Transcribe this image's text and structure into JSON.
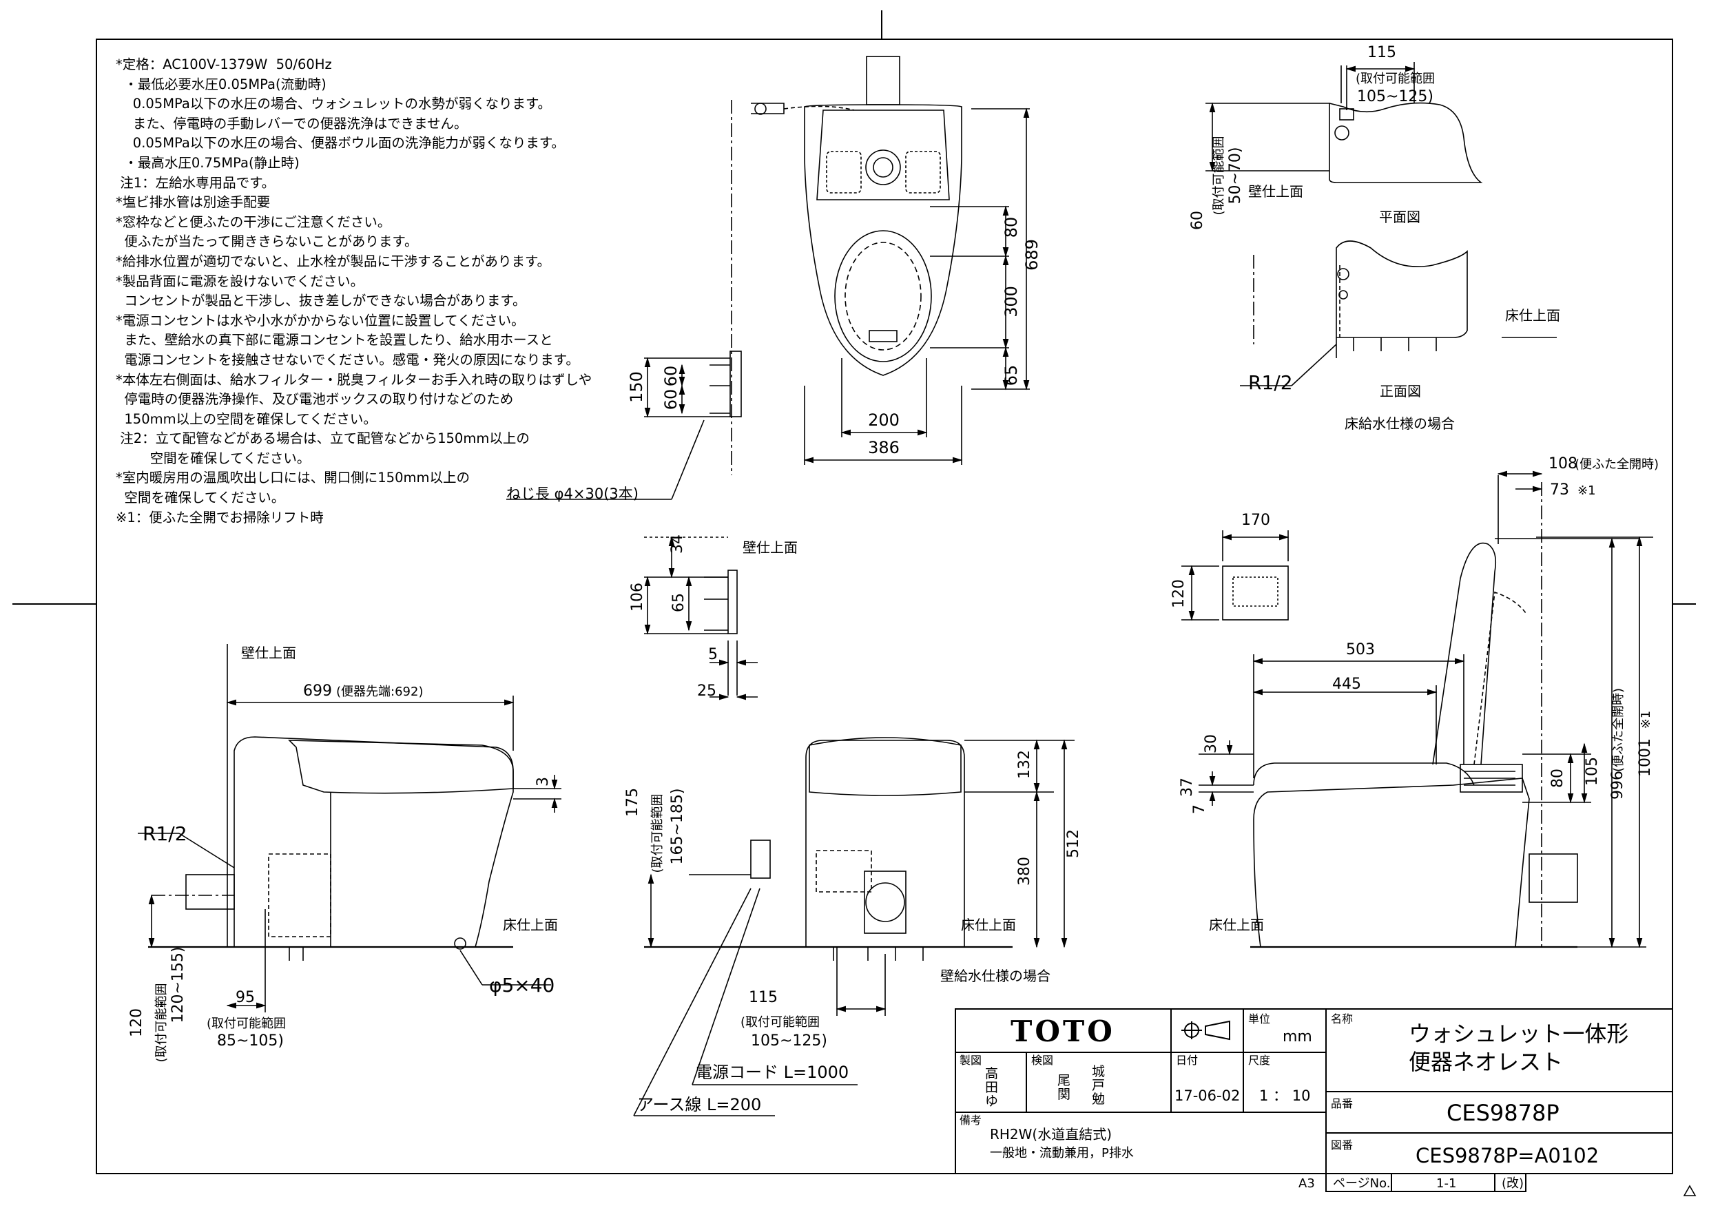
{
  "notes": [
    "*定格：AC100V-1379W  50/60Hz",
    "  ・最低必要水圧0.05MPa(流動時)",
    "    0.05MPa以下の水圧の場合、ウォシュレットの水勢が弱くなります。",
    "    また、停電時の手動レバーでの便器洗浄はできません。",
    "    0.05MPa以下の水圧の場合、便器ボウル面の洗浄能力が弱くなります。",
    "  ・最高水圧0.75MPa(静止時)",
    " 注1：左給水専用品です。",
    "*塩ビ排水管は別途手配要",
    "*窓枠などと便ふたの干渉にご注意ください。",
    "  便ふたが当たって開ききらないことがあります。",
    "*給排水位置が適切でないと、止水栓が製品に干渉することがあります。",
    "*製品背面に電源を設けないでください。",
    "  コンセントが製品と干渉し、抜き差しができない場合があります。",
    "*電源コンセントは水や小水がかからない位置に設置してください。",
    "  また、壁給水の真下部に電源コンセントを設置したり、給水用ホースと",
    "  電源コンセントを接触させないでください。感電・発火の原因になります。",
    "*本体左右側面は、給水フィルター・脱臭フィルターお手入れ時の取りはずしや",
    "  停電時の便器洗浄操作、及び電池ボックスの取り付けなどのため",
    "  150mm以上の空間を確保してください。",
    " 注2：立て配管などがある場合は、立て配管などから150mm以上の",
    "        空間を確保してください。",
    "*室内暖房用の温風吹出し口には、開口側に150mm以上の",
    "  空間を確保してください。",
    "※1：便ふた全開でお掃除リフト時"
  ],
  "top_view": {
    "dims": {
      "d80": "80",
      "d300": "300",
      "d689": "689",
      "d65": "65",
      "d200": "200",
      "d386": "386",
      "d150": "150",
      "d60a": "60",
      "d60b": "60"
    },
    "screw_label": "ねじ長  φ4×30(3本)"
  },
  "floor_supply": {
    "d115": "115",
    "range_label": "(取付可能範囲",
    "range_value": "105~125)",
    "d60": "60",
    "vrange_label": "(取付可能範囲",
    "vrange_value": "50~70)",
    "wall_label": "壁仕上面",
    "plan_label": "平面図",
    "floor_label": "床仕上面",
    "pipe_label": "R1/2",
    "front_label": "正面図",
    "caption": "床給水仕様の場合"
  },
  "bracket": {
    "d34": "34",
    "d106": "106",
    "d65": "65",
    "d5": "5",
    "d25": "25",
    "wall_label": "壁仕上面"
  },
  "side_view": {
    "wall_label": "壁仕上面",
    "d699": "699",
    "d699_note": "(便器先端:692)",
    "d3": "3",
    "pipe_label": "R1/2",
    "floor_label": "床仕上面",
    "d120": "120",
    "d120_range_label": "(取付可能範囲",
    "d120_range_value": "120~155)",
    "d95": "95",
    "d95_range_label": "(取付可能範囲",
    "d95_range_value": "85~105)",
    "anchor_label": "φ5×40"
  },
  "front_view": {
    "d175": "175",
    "d175_range_label": "(取付可能範囲",
    "d175_range_value": "165~185)",
    "d132": "132",
    "d380": "380",
    "d512": "512",
    "floor_label": "床仕上面",
    "caption": "壁給水仕様の場合",
    "d115": "115",
    "d115_range_label": "(取付可能範囲",
    "d115_range_value": "105~125)",
    "cord_label": "電源コード  L=1000",
    "earth_label": "アース線  L=200"
  },
  "remote": {
    "d170": "170",
    "d120": "120"
  },
  "right_side": {
    "d108": "108",
    "d108_note": "(便ふた全開時)",
    "d73": "73",
    "d73_note": "※1",
    "d503": "503",
    "d445": "445",
    "d30": "30",
    "d37": "37",
    "d7": "7",
    "d80": "80",
    "d105": "105",
    "d996": "996",
    "d996_note": "(便ふた全開時)",
    "d1001": "1001",
    "d1001_note": "※1",
    "floor_label": "床仕上面"
  },
  "title_block": {
    "brand": "TOTO",
    "unit_label": "単位",
    "unit_value": "mm",
    "name_label": "名称",
    "name_line1": "ウォシュレット一体形",
    "name_line2": "便器ネオレスト",
    "drawn_label": "製図",
    "drawn_name": "高\n田\nゆ",
    "check_label": "検図",
    "check_col1": "尾\n関",
    "check_col2": "城\n戸\n勉",
    "date_label": "日付",
    "date_value": "17-06-02",
    "scale_label": "尺度",
    "scale_value": "1 ： 10",
    "part_label": "品番",
    "part_value": "CES9878P",
    "remarks_label": "備考",
    "remarks_line1": "RH2W(水道直結式)",
    "remarks_line2": "一般地・流動兼用，P排水",
    "drawing_label": "図番",
    "drawing_value": "CES9878P=A0102",
    "sheet_size": "A3",
    "page_label": "ページNo.",
    "page_value": "1-1",
    "rev_label": "(改)"
  }
}
